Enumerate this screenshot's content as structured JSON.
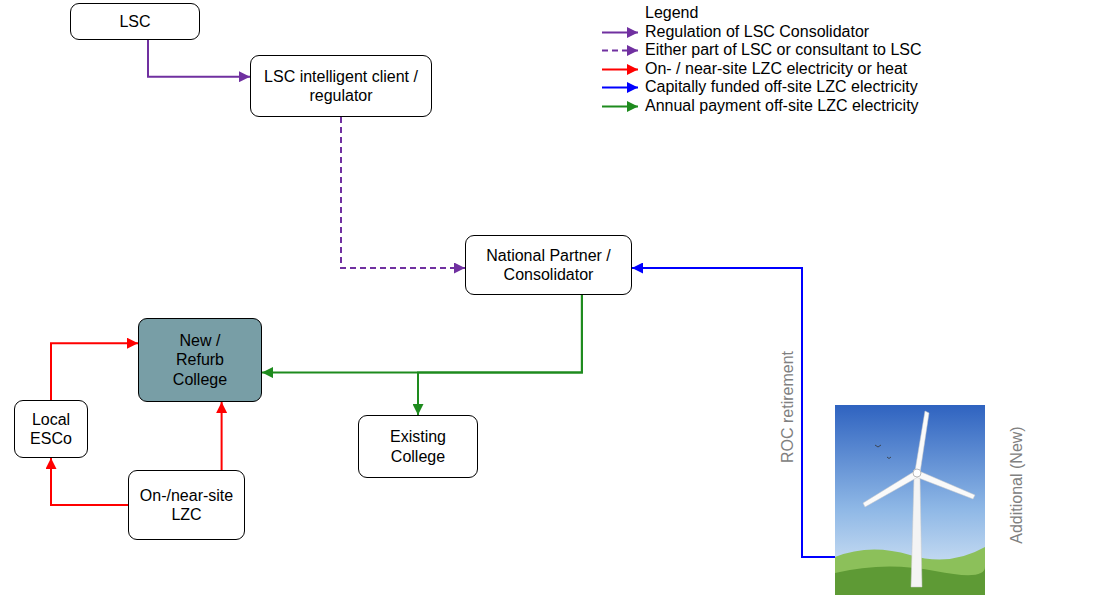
{
  "diagram": {
    "nodes": [
      {
        "text": [
          "LSC"
        ]
      },
      {
        "text": [
          "LSC intelligent client / regulator"
        ]
      },
      {
        "text": [
          "National Partner / Consolidator"
        ]
      },
      {
        "text": [
          "New / Refurb College"
        ]
      },
      {
        "text": [
          "Local ESCo"
        ]
      },
      {
        "text": [
          "Existing College"
        ]
      },
      {
        "text": [
          "On-/near-site LZC"
        ]
      },
      {
        "text": [
          "Additional (New)"
        ]
      }
    ],
    "edges": [
      {
        "from": 0,
        "to": 1,
        "arrow": "to"
      },
      {
        "from": 1,
        "to": 2,
        "arrow": "to"
      },
      {
        "from": 2,
        "to": 3,
        "arrow": "to"
      },
      {
        "from": 2,
        "to": 5,
        "arrow": "to"
      },
      {
        "from": 7,
        "to": 2,
        "label": "ROC retirement",
        "arrow": "to"
      },
      {
        "from": 4,
        "to": 3,
        "arrow": "to"
      },
      {
        "from": 6,
        "to": 3,
        "arrow": "to"
      },
      {
        "from": 6,
        "to": 4,
        "arrow": "to"
      }
    ],
    "labels": [
      "Legend"
    ],
    "legend": [
      {
        "text": "Regulation of LSC Consolidator"
      },
      {
        "text": "Either part of LSC or consultant to LSC"
      },
      {
        "text": "On- / near-site LZC electricity or heat"
      },
      {
        "text": "Capitally funded off-site LZC electricity"
      },
      {
        "text": "Annual payment off-site LZC electricity"
      }
    ]
  }
}
